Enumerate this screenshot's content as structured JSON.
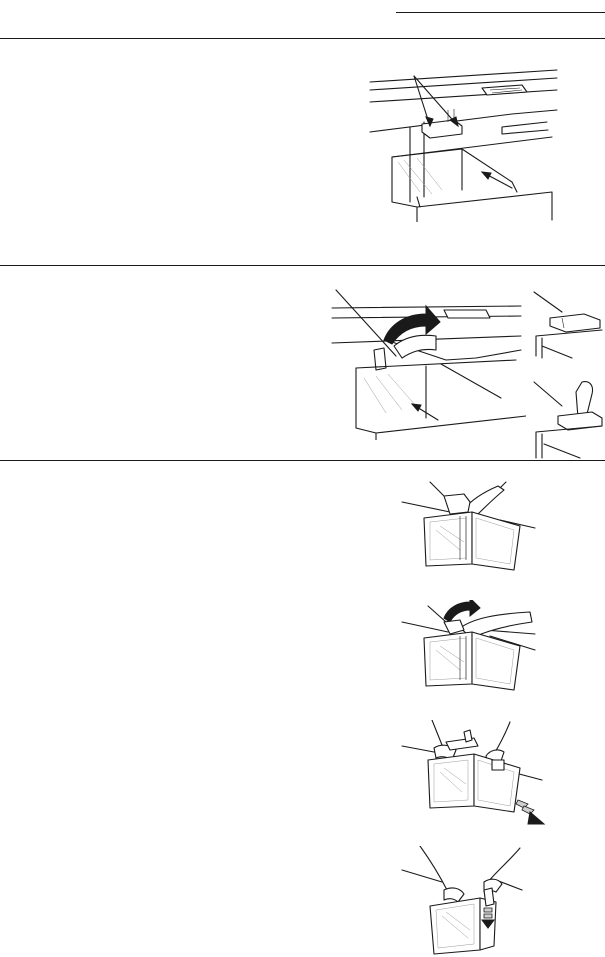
{
  "sections": [
    {
      "id": "remove-shelf-supports",
      "figure_icon": "shelf-support-clips-illustration"
    },
    {
      "id": "lift-shelf-lock",
      "figure_icon": "lift-shelf-lock-illustration",
      "detail_icons": [
        "lock-down-detail",
        "lock-up-detail"
      ]
    },
    {
      "id": "remove-shelf-frame-steps",
      "step_icons": [
        "step-1-hand-release",
        "step-2-lift-lever",
        "step-3-two-hand-pull",
        "step-4-slide-out"
      ]
    }
  ]
}
